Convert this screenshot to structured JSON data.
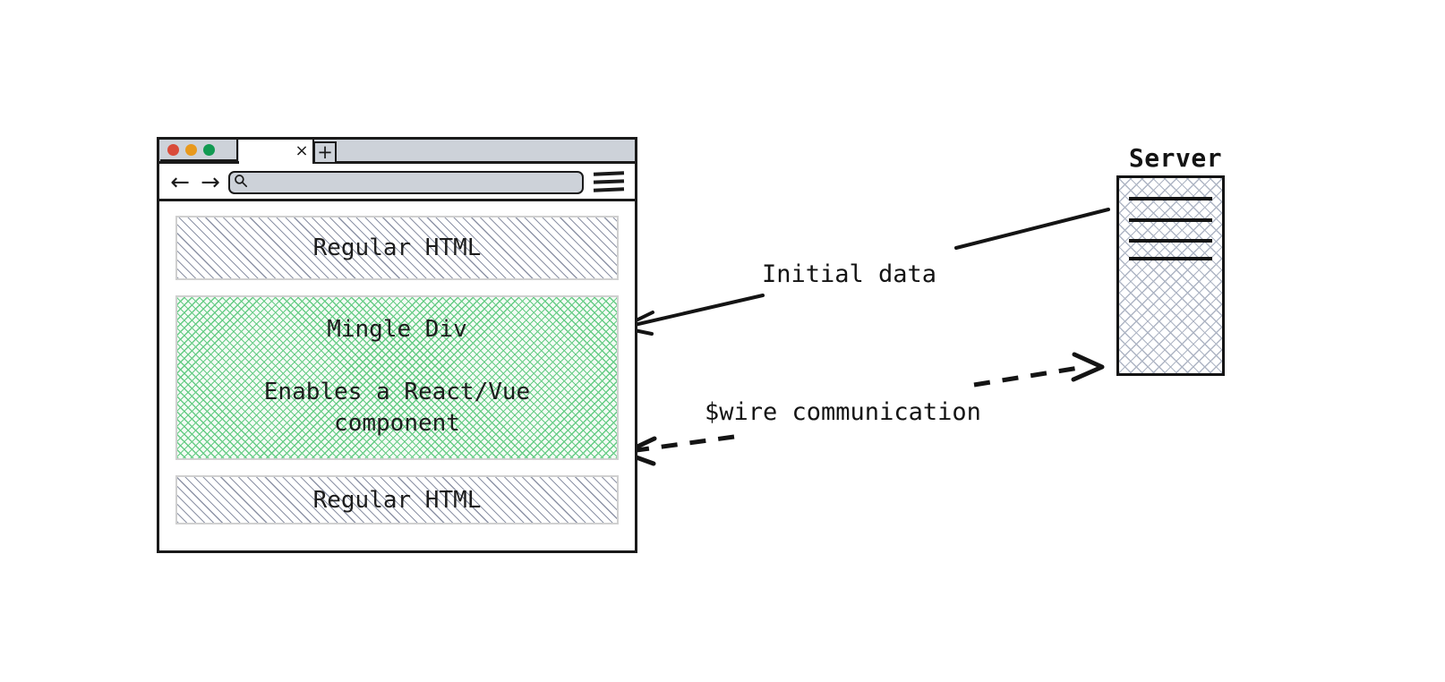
{
  "diagram": {
    "type": "architecture-diagram",
    "description": "Browser window with a Mingle Div embedded between regular HTML blocks, communicating with a Server"
  },
  "browser": {
    "titlebar": {
      "traffic_lights": [
        {
          "name": "close",
          "color": "#d94b3a"
        },
        {
          "name": "minimize",
          "color": "#e8991d"
        },
        {
          "name": "maximize",
          "color": "#129a52"
        }
      ],
      "tab_close_label": "×",
      "new_tab_label": "+"
    },
    "toolbar": {
      "back_label": "←",
      "forward_label": "→",
      "search_icon_label": "⚲",
      "address_value": "",
      "address_placeholder": "",
      "menu_icon": "hamburger-menu"
    },
    "content": {
      "blocks": [
        {
          "name": "regular-html-top",
          "label": "Regular HTML",
          "fill": "diagonal-hatch"
        },
        {
          "name": "mingle-div",
          "title": "Mingle Div",
          "subtitle": "Enables a React/Vue component",
          "fill": "green-cross-hatch"
        },
        {
          "name": "regular-html-bottom",
          "label": "Regular HTML",
          "fill": "diagonal-hatch"
        }
      ]
    }
  },
  "server": {
    "label": "Server",
    "fill": "gray-cross-hatch",
    "line_count": 4
  },
  "connections": [
    {
      "name": "initial-data",
      "label": "Initial data",
      "style": "solid",
      "direction": "server-to-browser",
      "arrowheads": "single-left"
    },
    {
      "name": "wire-communication",
      "label": "$wire communication",
      "style": "dashed",
      "direction": "bidirectional",
      "arrowheads": "double"
    }
  ],
  "colors": {
    "stroke": "#141414",
    "chrome": "#cdd2d9",
    "hatch_gray": "#8d93a6",
    "hatch_green": "#66cc85",
    "green_fill": "#f3fbf5"
  }
}
